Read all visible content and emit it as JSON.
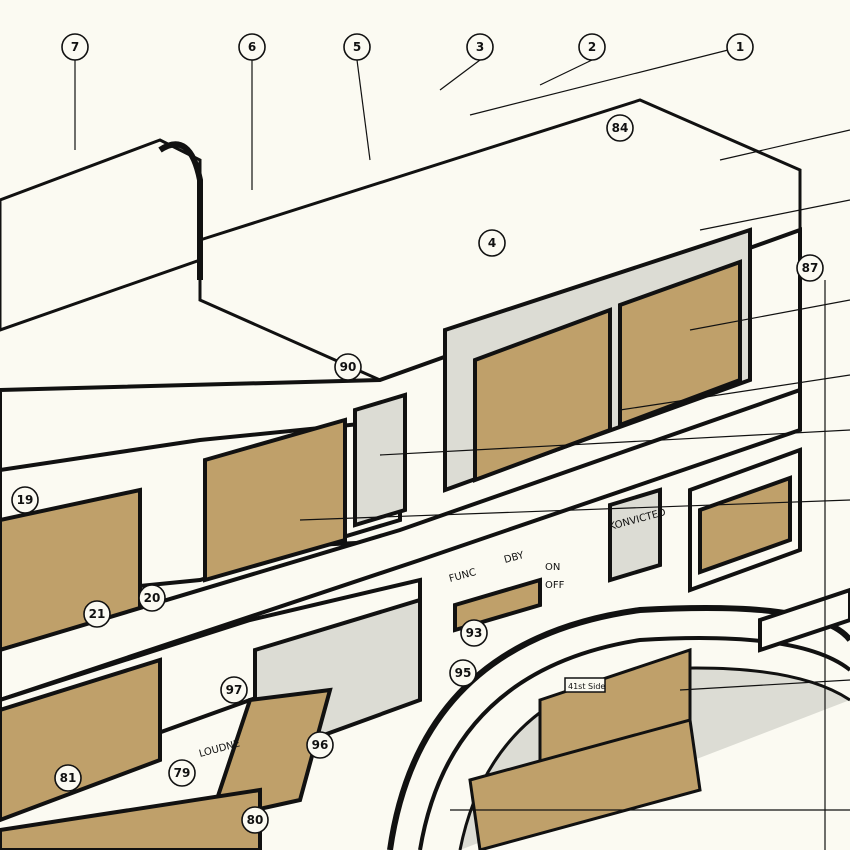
{
  "colors": {
    "background": "#fbfaf2",
    "ink": "#111111",
    "floor": "#bfa06a",
    "screen": "#dcdcd4"
  },
  "callouts": [
    "7",
    "6",
    "5",
    "3",
    "2",
    "1",
    "84",
    "87",
    "4",
    "90",
    "19",
    "21",
    "20",
    "93",
    "95",
    "97",
    "96",
    "79",
    "81",
    "80"
  ],
  "labels": {
    "konvicted": "KONVICTED",
    "func": "FUNC",
    "dby": "DBY",
    "on": "ON",
    "off": "OFF",
    "street_sign": "41st Side",
    "loudness": "LOUDNE"
  }
}
